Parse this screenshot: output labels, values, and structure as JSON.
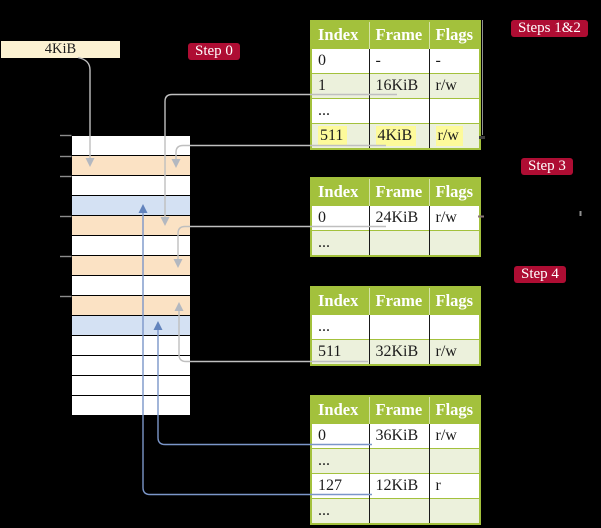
{
  "frame_box": {
    "label": "4KiB"
  },
  "badges": {
    "step0": "Step 0",
    "steps12": "Steps 1&2",
    "step3": "Step 3",
    "step4": "Step 4"
  },
  "table_headers": [
    "Index",
    "Frame",
    "Flags"
  ],
  "tables": {
    "t1": {
      "rows": [
        [
          "0",
          "-",
          "-"
        ],
        [
          "1",
          "16KiB",
          "r/w"
        ],
        [
          "...",
          "",
          ""
        ],
        [
          "511",
          "4KiB",
          "r/w"
        ]
      ]
    },
    "t2": {
      "rows": [
        [
          "0",
          "24KiB",
          "r/w"
        ],
        [
          "...",
          "",
          ""
        ]
      ]
    },
    "t3": {
      "rows": [
        [
          "...",
          "",
          ""
        ],
        [
          "511",
          "32KiB",
          "r/w"
        ]
      ]
    },
    "t4": {
      "rows": [
        [
          "0",
          "36KiB",
          "r/w"
        ],
        [
          "...",
          "",
          ""
        ],
        [
          "127",
          "12KiB",
          "r"
        ],
        [
          "...",
          "",
          ""
        ]
      ]
    }
  },
  "memory": {
    "row_colors": [
      "white",
      "orange",
      "white",
      "blue",
      "orange",
      "white",
      "orange",
      "white",
      "orange",
      "blue",
      "white",
      "white",
      "white",
      "white"
    ]
  },
  "colors": {
    "accent-green": "#a3c13c",
    "row-green": "#ecf1dc",
    "badge-red": "#ae0d33",
    "mem-orange": "#fbe2c4",
    "mem-blue": "#d4e1f3",
    "cream": "#fcf2d2",
    "highlight-yellow": "#fdfa9b",
    "line-gray": "#bfbfbf",
    "line-blue": "#7b96c9",
    "arrow-gray": "#b3b8c0",
    "arrow-blue": "#6384bd"
  }
}
